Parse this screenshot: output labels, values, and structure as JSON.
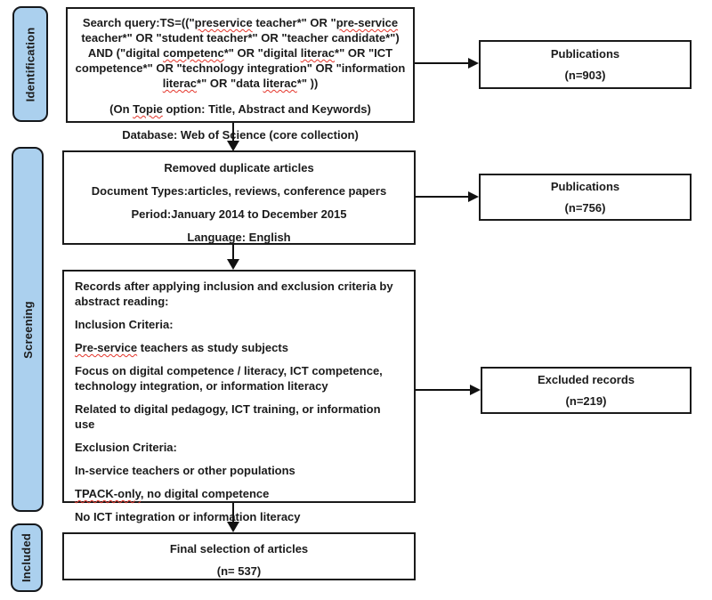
{
  "diagram": {
    "palette": {
      "stage_fill": "#abd0ee",
      "stage_border": "#15181c",
      "box_border": "#1a1a1a",
      "spellcheck_underline": "#e4352b"
    },
    "stage_labels": [
      "Identification",
      "Screening",
      "Included"
    ],
    "boxes": {
      "search": {
        "paragraphs": [
          [
            {
              "t": "Search query:TS=((\""
            },
            {
              "t": "preservice",
              "w": true
            },
            {
              "t": " teacher*\" OR \""
            },
            {
              "t": "pre-service",
              "w": true
            },
            {
              "t": " teacher*\" OR \"student teacher*\" OR \"teacher candidate*\") AND (\"digital "
            },
            {
              "t": "competenc",
              "w": true
            },
            {
              "t": "*\" OR \"digital "
            },
            {
              "t": "literac",
              "w": true
            },
            {
              "t": "*\" OR \"ICT competence*\" OR \"technology integration\" OR \"information "
            },
            {
              "t": "literac",
              "w": true
            },
            {
              "t": "*\" OR \"data "
            },
            {
              "t": "literac",
              "w": true
            },
            {
              "t": "*\" ))"
            }
          ],
          [
            {
              "t": "(On "
            },
            {
              "t": "Topie",
              "w": true
            },
            {
              "t": " option: Title, Abstract and Keywords)"
            }
          ],
          [
            {
              "t": "Database: Web of Science (core collection)"
            }
          ]
        ]
      },
      "duplicates": {
        "paragraphs": [
          [
            {
              "t": "Removed duplicate articles"
            }
          ],
          [
            {
              "t": "Document Types:articles, reviews, conference papers"
            }
          ],
          [
            {
              "t": "Period:January 2014 to December 2015"
            }
          ],
          [
            {
              "t": "Language: English"
            }
          ]
        ]
      },
      "criteria": {
        "paragraphs": [
          [
            {
              "t": "Records after applying inclusion and exclusion criteria by abstract reading:"
            }
          ],
          [
            {
              "t": "Inclusion Criteria:"
            }
          ],
          [
            {
              "t": "Pre-service",
              "w": true
            },
            {
              "t": " teachers as study subjects"
            }
          ],
          [
            {
              "t": "Focus on digital competence / literacy, ICT competence, technology integration, or information literacy"
            }
          ],
          [
            {
              "t": "Related to digital pedagogy, ICT training, or information use"
            }
          ],
          [
            {
              "t": "Exclusion Criteria:"
            }
          ],
          [
            {
              "t": "In-service teachers or other populations"
            }
          ],
          [
            {
              "t": "TPACK-only",
              "w": true
            },
            {
              "t": ", no digital competence"
            }
          ],
          [
            {
              "t": "No ICT integration or information literacy"
            }
          ]
        ]
      },
      "final": {
        "paragraphs": [
          [
            {
              "t": "Final selection of articles"
            }
          ],
          [
            {
              "t": "(n= 537)"
            }
          ]
        ]
      }
    },
    "side_boxes": [
      {
        "title": "Publications",
        "count": "(n=903)"
      },
      {
        "title": "Publications",
        "count": "(n=756)"
      },
      {
        "title": "Excluded records",
        "count": "(n=219)"
      }
    ]
  }
}
